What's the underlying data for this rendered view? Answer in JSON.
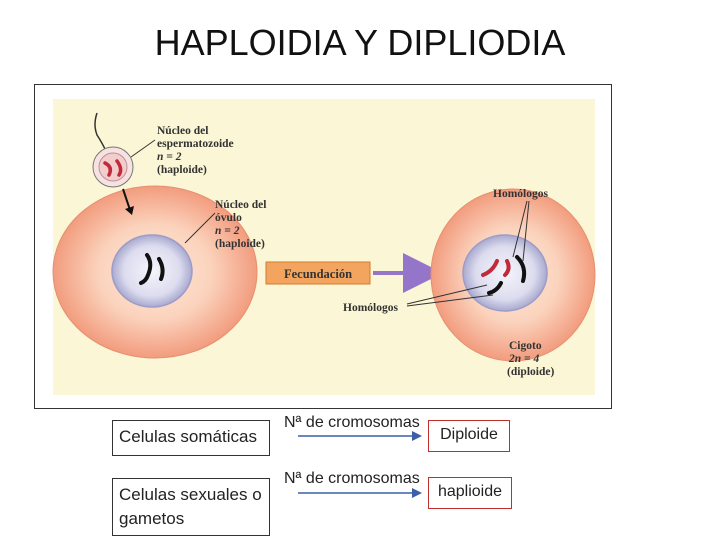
{
  "title": "HAPLOIDIA Y DIPLIODIA",
  "diagram": {
    "sperm_label_1": "Núcleo del",
    "sperm_label_2": "espermatozoide",
    "sperm_n": "n = 2",
    "sperm_type": "(haploide)",
    "egg_label_1": "Núcleo del",
    "egg_label_2": "óvulo",
    "egg_n": "n = 2",
    "egg_type": "(haploide)",
    "process": "Fecundación",
    "homologs_top": "Homólogos",
    "homologs_bottom": "Homólogos",
    "zygote_label": "Cigoto",
    "zygote_n": "2n = 4",
    "zygote_type": "(diploide)"
  },
  "rows": [
    {
      "cell_type": "Celulas somáticas",
      "arrow_label": "Nª de cromosomas",
      "result": "Diploide"
    },
    {
      "cell_type": "Celulas sexuales o gametos",
      "arrow_label": "Nª de cromosomas",
      "result": "haplioide"
    }
  ],
  "colors": {
    "cell_outer": "#f4a98c",
    "panel_bg": "#fbf6d5",
    "nucleus": "#d9dbf0",
    "process_box": "#f3a55f",
    "arrow_purple": "#9575c9",
    "result_border": "#c0302a",
    "row_arrow": "#3c5fa8"
  }
}
